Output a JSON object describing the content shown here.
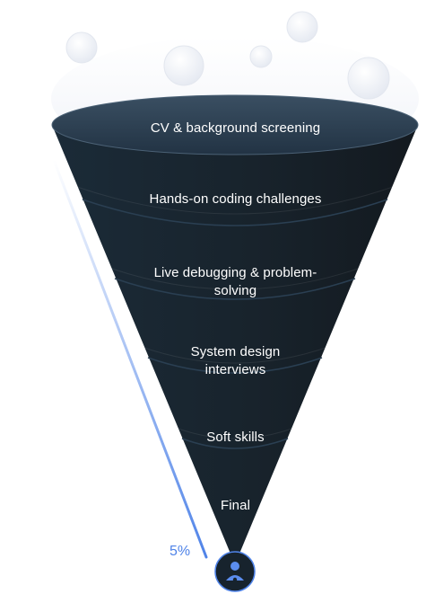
{
  "funnel": {
    "stages": [
      {
        "label": "CV & background screening"
      },
      {
        "label": "Hands-on coding challenges"
      },
      {
        "label_line1": "Live debugging & problem-",
        "label_line2": "solving"
      },
      {
        "label_line1": "System design",
        "label_line2": "interviews"
      },
      {
        "label": "Soft skills"
      },
      {
        "label": "Final"
      }
    ],
    "conversion": "5%",
    "bottom_icon": "person-badge-icon"
  },
  "colors": {
    "funnel_dark": "#15222d",
    "funnel_top": "#2f4456",
    "accent_blue": "#4f83e8",
    "bubble": "#eef1f7"
  }
}
